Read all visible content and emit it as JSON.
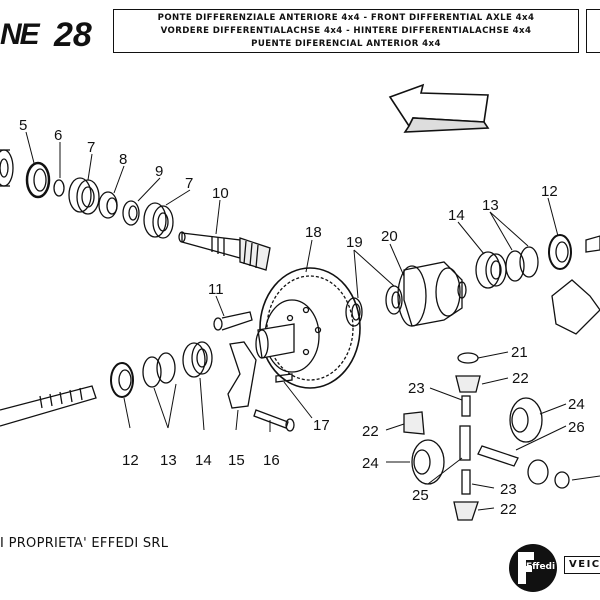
{
  "header": {
    "logo_fragment": "NE",
    "page_number": "28",
    "title_lines": [
      "PONTE DIFFERENZIALE ANTERIORE 4x4 - FRONT DIFFERENTIAL AXLE 4x4",
      "VORDERE DIFFERENTIALACHSE 4x4 - HINTERE DIFFERENTIALACHSE 4x4",
      "PUENTE DIFERENCIAL ANTERIOR 4x4"
    ]
  },
  "callouts": [
    "5",
    "6",
    "7",
    "8",
    "9",
    "7",
    "10",
    "11",
    "12",
    "13",
    "14",
    "15",
    "16",
    "17",
    "18",
    "19",
    "20",
    "21",
    "22",
    "23",
    "22",
    "24",
    "26",
    "24",
    "25",
    "23",
    "22",
    "14",
    "13",
    "12"
  ],
  "footer": {
    "copyright": "I PROPRIETA' EFFEDI SRL",
    "brand_mark": "Effedi",
    "maker_text": "VEICO"
  }
}
